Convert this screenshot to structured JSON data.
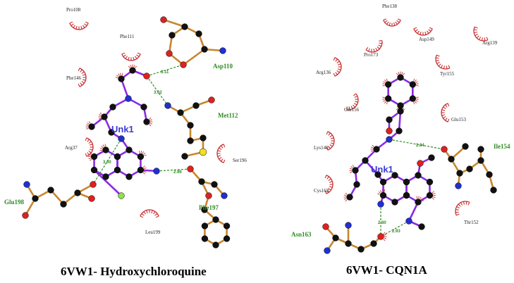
{
  "left_panel": {
    "caption": "6VW1- Hydroxychloroquine",
    "ligand_label": "Unk1",
    "hydrophobic_residues": [
      "Pro108",
      "Phe111",
      "Phe146",
      "Arg37",
      "Ser196",
      "Leu199"
    ],
    "hbond_residues": [
      "Asp110",
      "Met112",
      "Glu198",
      "Phe197"
    ],
    "distances": [
      "3.11",
      "3.02",
      "3.00",
      "2.96"
    ]
  },
  "right_panel": {
    "caption": "6VW1- CQN1A",
    "ligand_label": "Unk1",
    "hydrophobic_residues": [
      "Phe138",
      "Asp149",
      "Arg139",
      "Pro173",
      "Arg136",
      "Tyr155",
      "Glu156",
      "Glu153",
      "Lys140",
      "Cys162",
      "Thr152"
    ],
    "hbond_residues": [
      "Ile154",
      "Asn163"
    ],
    "distances": [
      "2.84",
      "2.80",
      "2.93"
    ]
  },
  "colors": {
    "ligand_bond": "#8a2be2",
    "residue_bond": "#c8862e",
    "hbond": "#2e8b22",
    "carbon": "#111111",
    "oxygen": "#e02020",
    "nitrogen": "#2030d0",
    "sulfur": "#f0e020",
    "chlorine": "#90e040",
    "hydrophobic_arc": "#c83030"
  }
}
